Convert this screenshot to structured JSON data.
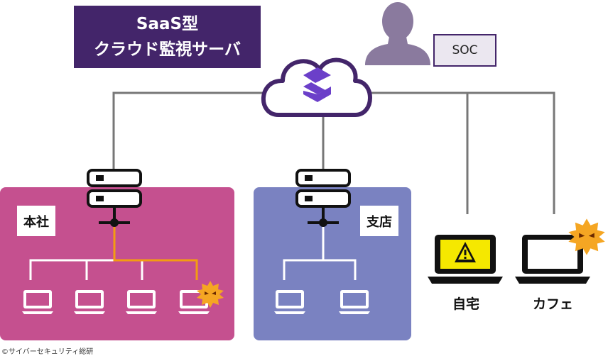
{
  "title": {
    "line1": "SaaS型",
    "line2": "クラウド監視サーバ"
  },
  "soc": {
    "label": "SOC"
  },
  "zones": {
    "hq": "本社",
    "branch": "支店"
  },
  "remote": {
    "home": "自宅",
    "cafe": "カフェ"
  },
  "credit": "©サイバーセキュリティ総研",
  "colors": {
    "title_bg": "#43256a",
    "hq_bg": "#c5508f",
    "branch_bg": "#7a82c1",
    "alert_path": "#f39c12",
    "malware": "#f5a623",
    "warning_screen": "#f5e800",
    "person": "#8a7a9e"
  },
  "icons": [
    "person-icon",
    "cloud-icon",
    "logo-icon",
    "server-icon",
    "laptop-icon",
    "warning-icon",
    "malware-icon"
  ]
}
